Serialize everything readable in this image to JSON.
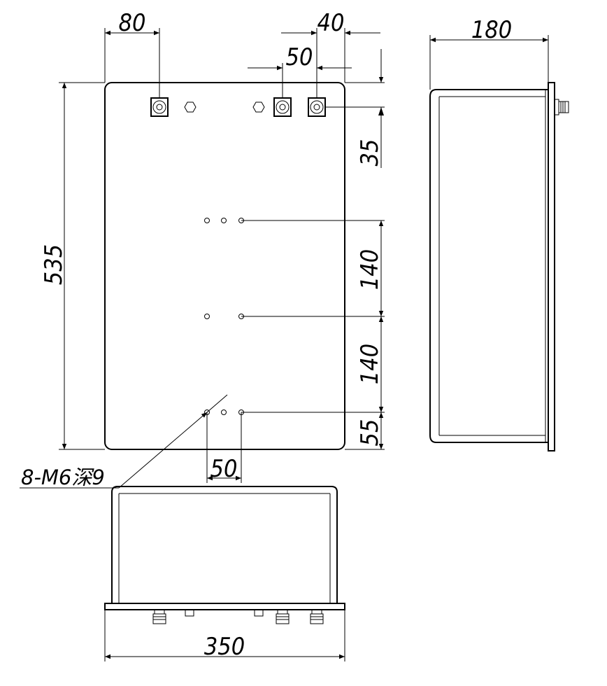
{
  "dimensions": {
    "top_width_80": "80",
    "top_right_40": "40",
    "top_middle_50": "50",
    "side_depth_180": "180",
    "height_535": "535",
    "right_35": "35",
    "right_140_a": "140",
    "right_140_b": "140",
    "right_55": "55",
    "bottom_hole_50": "50",
    "width_350": "350"
  },
  "notes": {
    "hole_spec": "8-M6深9"
  }
}
